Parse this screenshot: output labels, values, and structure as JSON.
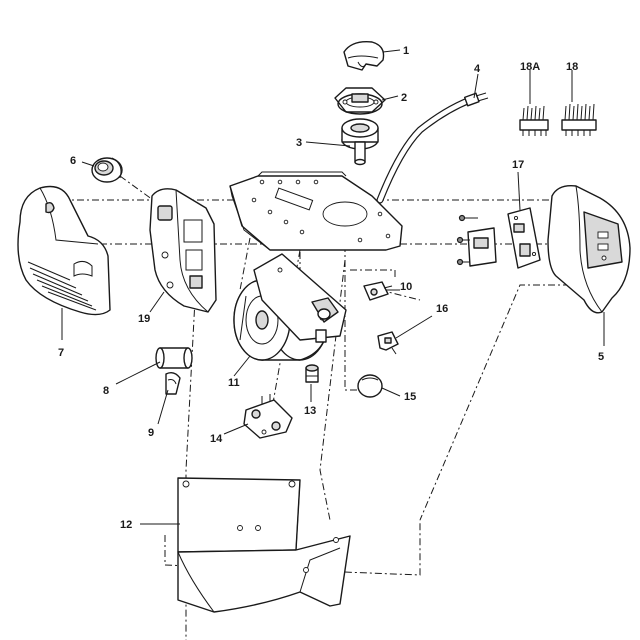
{
  "callouts": {
    "p1": "1",
    "p2": "2",
    "p3": "3",
    "p4": "4",
    "p5": "5",
    "p6": "6",
    "p7": "7",
    "p8": "8",
    "p9": "9",
    "p10": "10",
    "p11": "11",
    "p12": "12",
    "p13": "13",
    "p14": "14",
    "p15": "15",
    "p16": "16",
    "p17": "17",
    "p18": "18",
    "p18a": "18A",
    "p19": "19"
  },
  "colors": {
    "line": "#1a1a1a",
    "shade": "#d9d9d9",
    "background": "#ffffff"
  }
}
